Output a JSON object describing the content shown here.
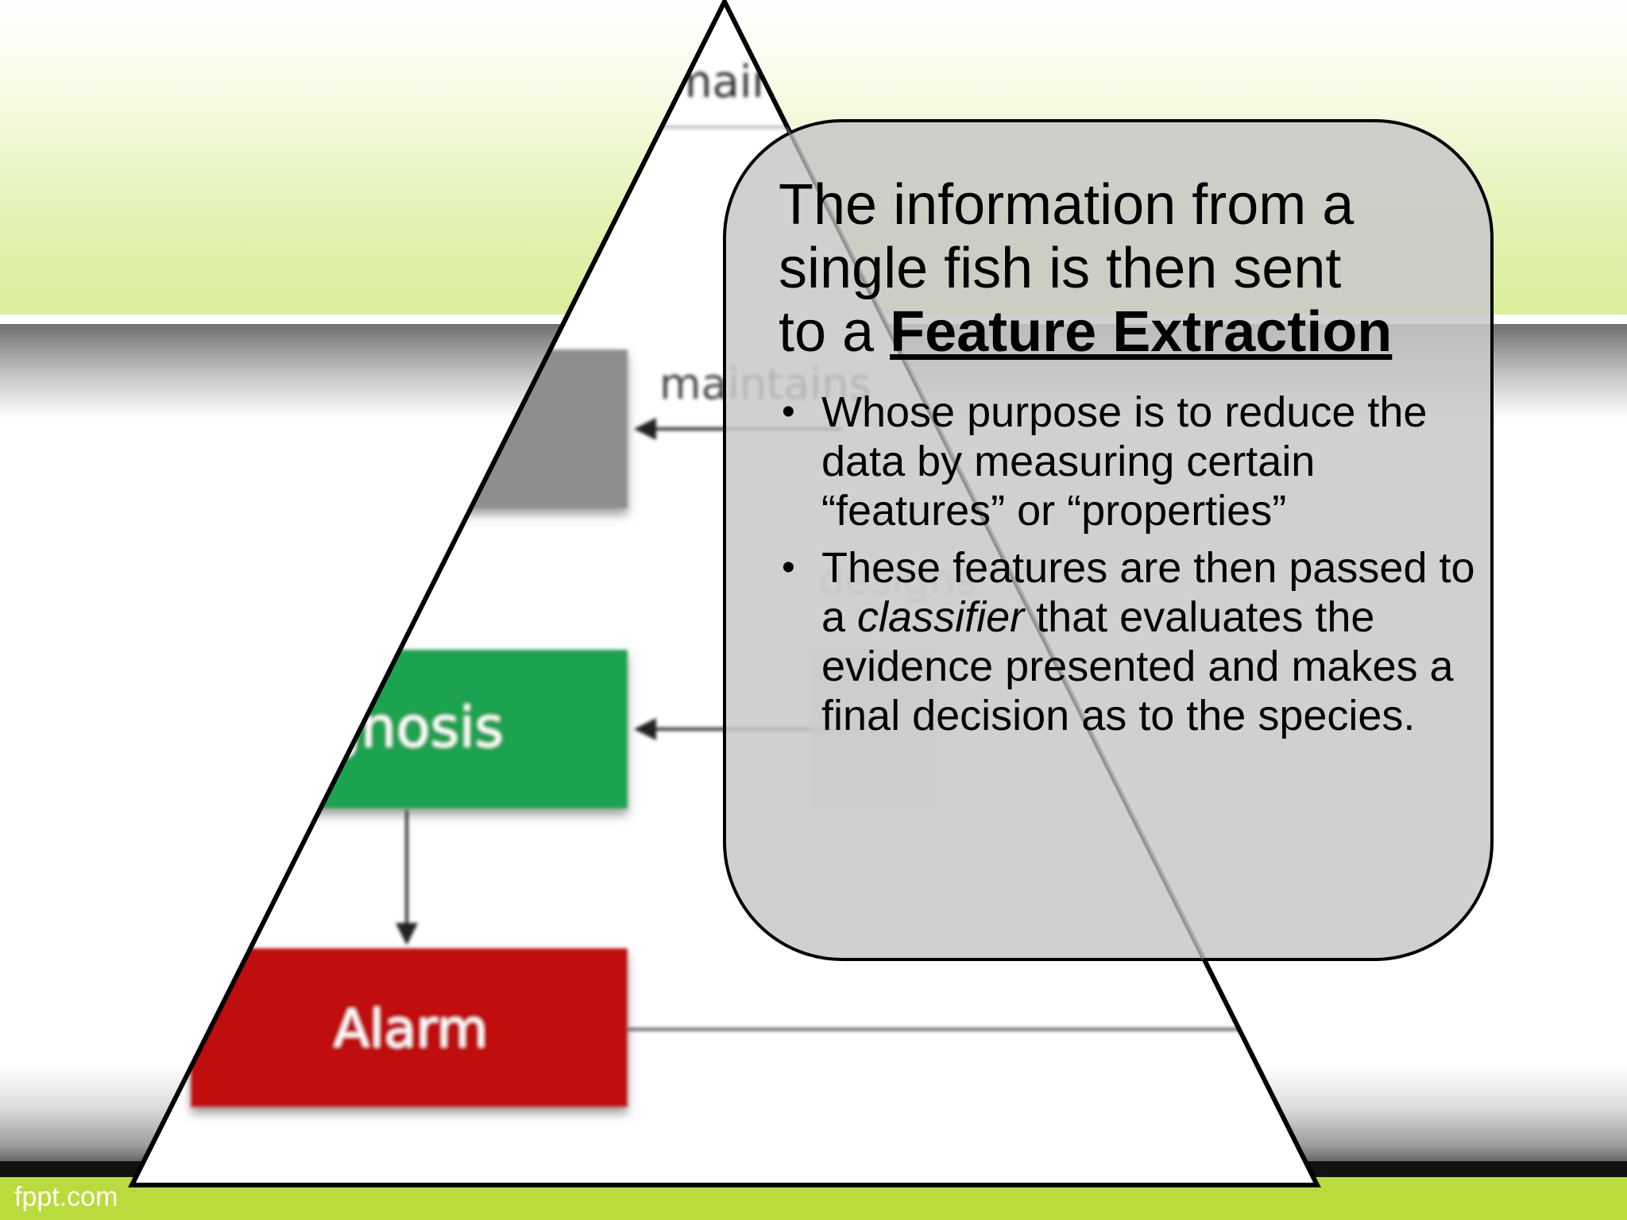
{
  "footer": {
    "brand": "fppt.com"
  },
  "diagram": {
    "top_label": "main",
    "maintains_label": "maintains",
    "designs_label": "designs",
    "diagnosis_label": "gnosis",
    "alarm_label": "Alarm",
    "colors": {
      "gray_box": "#8e8e8e",
      "green_box": "#1aa34f",
      "red_box": "#c01010"
    }
  },
  "callout": {
    "title_line1": "The information from a",
    "title_line2": "single fish is then sent",
    "title_line3_prefix": "to a ",
    "title_highlight": "Feature Extraction",
    "bullets": [
      {
        "text": "Whose purpose is to reduce the data by measuring certain “features” or “properties”"
      },
      {
        "text_before": "These features are then passed to a ",
        "text_italic": "classifier",
        "text_after": " that evaluates the evidence presented and makes a final decision as to the species."
      }
    ],
    "bullet_glyph": "•"
  },
  "theme": {
    "accent_lime": "#b9dc3c",
    "dark_bar": "#111111"
  }
}
